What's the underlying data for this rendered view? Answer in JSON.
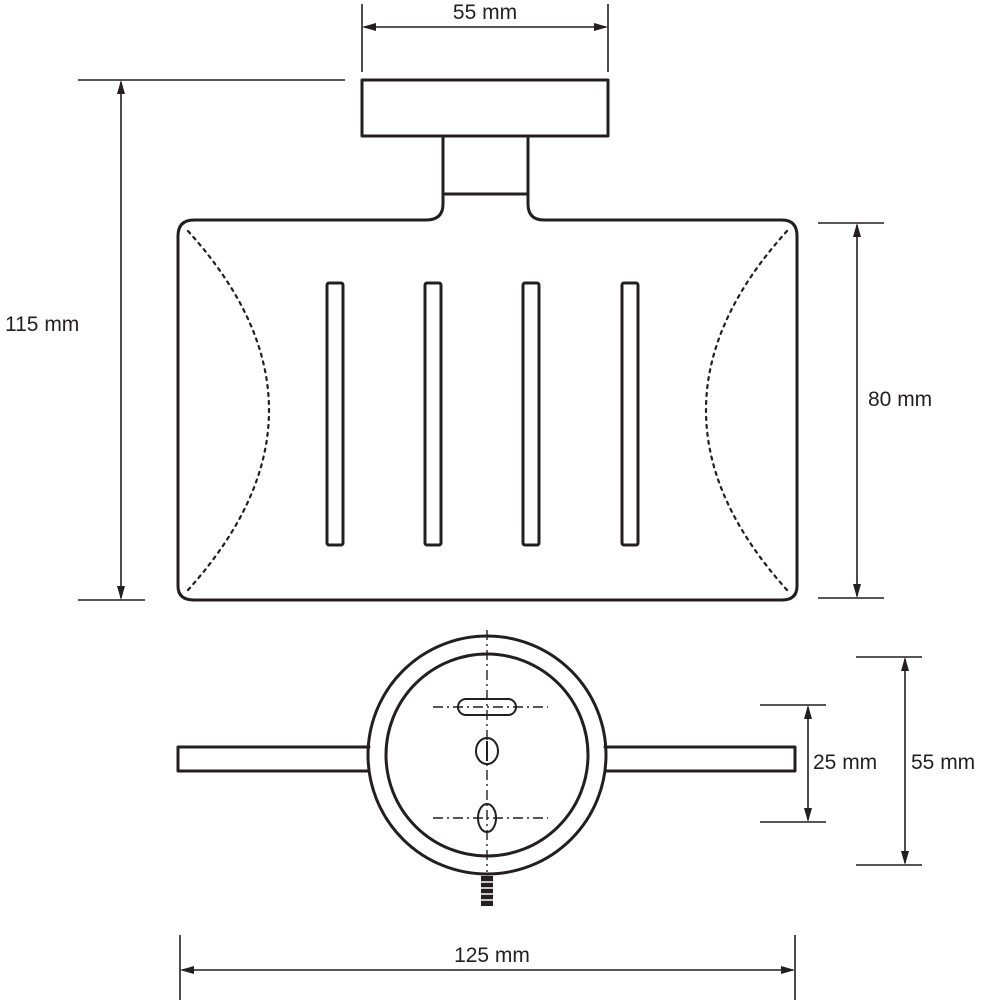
{
  "dimensions": {
    "mount_width": "55 mm",
    "total_height": "115 mm",
    "basket_height": "80 mm",
    "total_width": "125 mm",
    "basket_depth": "25 mm",
    "mount_diameter": "55 mm"
  },
  "colors": {
    "line": "#231f20",
    "background": "#ffffff"
  }
}
